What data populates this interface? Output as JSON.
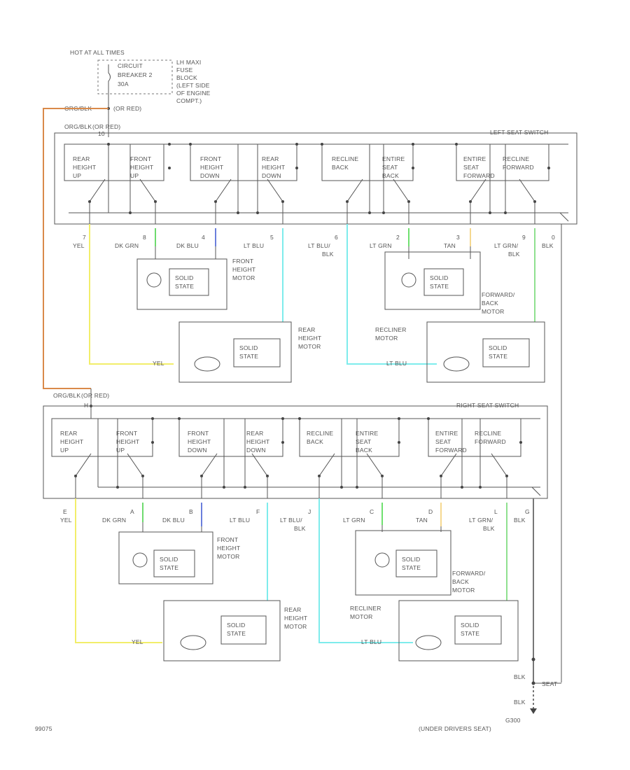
{
  "power": {
    "hot_at_all_times": "HOT AT ALL TIMES",
    "circuit_breaker": [
      "CIRCUIT",
      "BREAKER 2",
      "30A"
    ],
    "fuse_block": [
      "LH MAXI",
      "FUSE",
      "BLOCK",
      "(LEFT SIDE",
      "OF ENGINE",
      "COMPT.)"
    ],
    "feed_orgblk": "ORG/BLK",
    "feed_orred": "(OR RED)",
    "feed_wire_1": "ORG/BLK",
    "feed_wire_1_alt": "(OR RED)"
  },
  "left_switch": {
    "title": "LEFT SEAT SWITCH",
    "feed_label": "ORG/BLK",
    "feed_label_alt": "(OR RED)",
    "feed_pin": "10",
    "cells": [
      [
        "REAR",
        "HEIGHT",
        "UP"
      ],
      [
        "FRONT",
        "HEIGHT",
        "UP"
      ],
      [
        "FRONT",
        "HEIGHT",
        "DOWN"
      ],
      [
        "REAR",
        "HEIGHT",
        "DOWN"
      ],
      [
        "RECLINE",
        "BACK"
      ],
      [
        "ENTIRE",
        "SEAT",
        "BACK"
      ],
      [
        "ENTIRE",
        "SEAT",
        "FORWARD"
      ],
      [
        "RECLINE",
        "FORWARD"
      ]
    ],
    "pins": [
      {
        "pin": "7",
        "color": "YEL"
      },
      {
        "pin": "8",
        "color": "DK GRN"
      },
      {
        "pin": "4",
        "color": "DK BLU"
      },
      {
        "pin": "5",
        "color": "LT BLU"
      },
      {
        "pin": "6",
        "color": "LT BLU/",
        "color2": "BLK"
      },
      {
        "pin": "2",
        "color": "LT GRN"
      },
      {
        "pin": "3",
        "color": "TAN"
      },
      {
        "pin": "9",
        "color": "LT GRN/",
        "color2": "BLK"
      },
      {
        "pin": "0",
        "color": "BLK"
      }
    ]
  },
  "right_switch": {
    "title": "RIGHT SEAT SWITCH",
    "feed_label": "ORG/BLK",
    "feed_label_alt": "(OR RED)",
    "feed_pin": "H",
    "cells": [
      [
        "REAR",
        "HEIGHT",
        "UP"
      ],
      [
        "FRONT",
        "HEIGHT",
        "UP"
      ],
      [
        "FRONT",
        "HEIGHT",
        "DOWN"
      ],
      [
        "REAR",
        "HEIGHT",
        "DOWN"
      ],
      [
        "RECLINE",
        "BACK"
      ],
      [
        "ENTIRE",
        "SEAT",
        "BACK"
      ],
      [
        "ENTIRE",
        "SEAT",
        "FORWARD"
      ],
      [
        "RECLINE",
        "FORWARD"
      ]
    ],
    "pins": [
      {
        "pin": "E",
        "color": "YEL"
      },
      {
        "pin": "A",
        "color": "DK GRN"
      },
      {
        "pin": "B",
        "color": "DK BLU"
      },
      {
        "pin": "F",
        "color": "LT BLU"
      },
      {
        "pin": "J",
        "color": "LT BLU/",
        "color2": "BLK"
      },
      {
        "pin": "C",
        "color": "LT GRN"
      },
      {
        "pin": "D",
        "color": "TAN"
      },
      {
        "pin": "L",
        "color": "LT GRN/",
        "color2": "BLK"
      },
      {
        "pin": "G",
        "color": "BLK"
      }
    ]
  },
  "motors": {
    "front_height": [
      "FRONT",
      "HEIGHT",
      "MOTOR"
    ],
    "rear_height": [
      "REAR",
      "HEIGHT",
      "MOTOR"
    ],
    "forward_back": [
      "FORWARD/",
      "BACK",
      "MOTOR"
    ],
    "recliner": [
      "RECLINER",
      "MOTOR"
    ],
    "solid_state": [
      "SOLID",
      "STATE"
    ],
    "wire_yel": "YEL",
    "wire_ltblu": "LT BLU"
  },
  "ground": {
    "blk1": "BLK",
    "blk2": "BLK",
    "seat": "SEAT",
    "ground_id": "G300",
    "location": "(UNDER DRIVERS SEAT)"
  },
  "footer": {
    "code": "99075"
  },
  "colors": {
    "orange": "#d98a4a",
    "yellow": "#f2ee6a",
    "dkgreen": "#6edb6e",
    "dkblue": "#6b7fdc",
    "ltblue": "#7eecec",
    "ltgreen": "#6fe06f",
    "tan": "#f5d890",
    "ltgrnblk": "#8fe08f"
  }
}
